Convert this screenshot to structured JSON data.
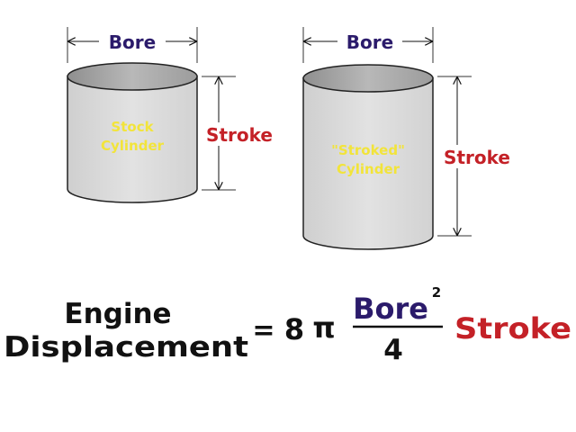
{
  "colors": {
    "bore": "#2b1b6b",
    "stroke": "#c42127",
    "cylinder_label": "#f2e43a",
    "cylinder_body": "#dcdcdc",
    "cylinder_top": "#a9a9a9"
  },
  "stock": {
    "bore_label": "Bore",
    "stroke_label": "Stroke",
    "label_line1": "Stock",
    "label_line2": "Cylinder"
  },
  "stroked": {
    "bore_label": "Bore",
    "stroke_label": "Stroke",
    "label_line1": "\"Stroked\"",
    "label_line2": "Cylinder"
  },
  "formula": {
    "lhs_line1": "Engine",
    "lhs_line2": "Displacement",
    "equals": "=",
    "coefficient": "8",
    "pi": "π",
    "numerator": "Bore",
    "exponent": "2",
    "denominator": "4",
    "factor": "Stroke"
  }
}
